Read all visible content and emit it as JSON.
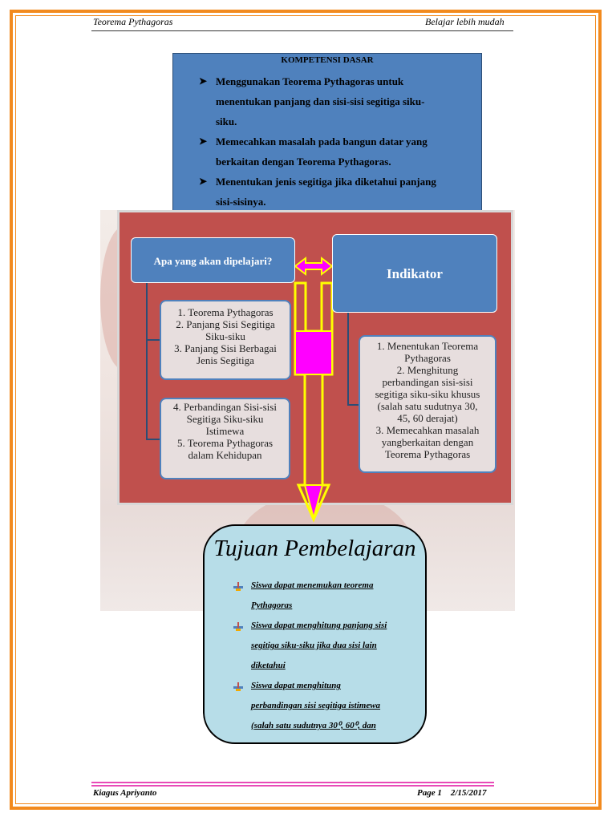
{
  "header": {
    "left": "Teorema Pythagoras",
    "right": "Belajar lebih mudah"
  },
  "kompetensi": {
    "title": "KOMPETENSI DASAR",
    "items": [
      "Menggunakan Teorema Pythagoras untuk",
      "menentukan panjang dan sisi-sisi segitiga siku-",
      "siku.",
      "Memecahkan masalah pada bangun datar yang",
      "berkaitan dengan Teorema Pythagoras.",
      "Menentukan jenis segitiga jika diketahui panjang",
      "sisi-sisinya."
    ]
  },
  "diagram": {
    "apa_label": "Apa yang akan dipelajari?",
    "indikator_label": "Indikator",
    "group1": [
      "1. Teorema Pythagoras",
      "2. Panjang Sisi Segitiga",
      "Siku-siku",
      "3. Panjang Sisi Berbagai",
      "Jenis Segitiga"
    ],
    "group2": [
      "4. Perbandingan Sisi-sisi",
      "Segitiga Siku-siku",
      "Istimewa",
      "5. Teorema Pythagoras",
      "dalam Kehidupan"
    ],
    "group3": [
      "1. Menentukan Teorema",
      "Pythagoras",
      "2. Menghitung",
      "perbandingan sisi-sisi",
      "segitiga siku-siku khusus",
      "(salah satu sudutnya 30,",
      "45, 60 derajat)",
      "3. Memecahkan masalah",
      "yangberkaitan dengan",
      "Teorema Pythagoras"
    ],
    "colors": {
      "panel": "#c0504d",
      "blue": "#4f81bd",
      "arrow_fill": "#ff00ff",
      "arrow_stroke": "#ffff00"
    }
  },
  "tujuan": {
    "title": "Tujuan Pembelajaran",
    "items": [
      "Siswa dapat menemukan teorema",
      "Pythagoras",
      "Siswa dapat menghitung panjang sisi",
      "segitiga siku-siku jika dua sisi lain",
      "diketahui",
      "Siswa dapat menghitung",
      "perbandingan sisi segitiga istimewa",
      "(salah satu sudutnya 30⁰, 60⁰, dan"
    ]
  },
  "footer": {
    "left": "Kiagus Apriyanto",
    "right": "Page 1    2/15/2017"
  }
}
